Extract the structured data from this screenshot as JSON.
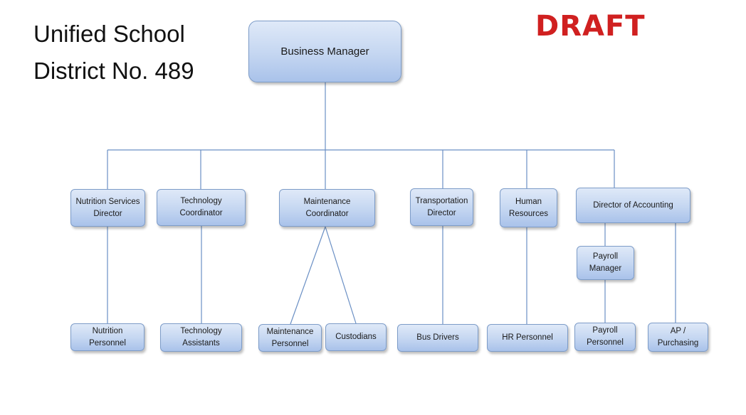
{
  "title": {
    "line1": "Unified School",
    "line2": "District No. 489"
  },
  "watermark": {
    "text": "DRAFT",
    "color": "#d02020"
  },
  "colors": {
    "box_border": "#7d9cc8",
    "box_fill_top": "#dfe9f8",
    "box_fill_bottom": "#a9c2ea",
    "connector": "#6a8fc4"
  },
  "org": {
    "business_manager": "Business Manager",
    "nutrition_director": "Nutrition Services\nDirector",
    "technology_coordinator": "Technology\nCoordinator",
    "maintenance_coordinator": "Maintenance\nCoordinator",
    "transportation_director": "Transportation\nDirector",
    "human_resources": "Human\nResources",
    "director_accounting": "Director of Accounting",
    "payroll_manager": "Payroll\nManager",
    "nutrition_personnel": "Nutrition Personnel",
    "technology_assistants": "Technology\nAssistants",
    "maintenance_personnel": "Maintenance\nPersonnel",
    "custodians": "Custodians",
    "bus_drivers": "Bus Drivers",
    "hr_personnel": "HR Personnel",
    "payroll_personnel": "Payroll\nPersonnel",
    "ap_purchasing": "AP /\nPurchasing"
  }
}
